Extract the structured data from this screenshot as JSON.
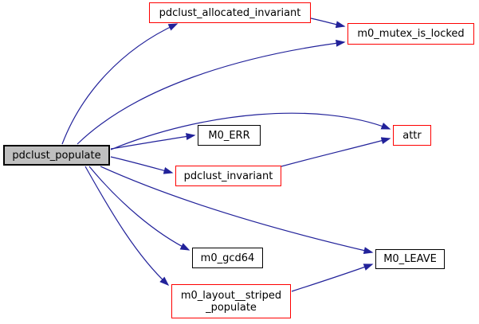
{
  "diagram": {
    "type": "call-graph",
    "background_color": "#ffffff",
    "edge_color": "#22229a",
    "colors": {
      "red_node_border": "#fe0000",
      "plain_node_border": "#000000",
      "current_node_fill": "#bfbfbf",
      "text": "#000000"
    },
    "nodes": {
      "populate": {
        "label": "pdclust_populate",
        "style": "current"
      },
      "allocated": {
        "label": "pdclust_allocated_invariant",
        "style": "red"
      },
      "mutex": {
        "label": "m0_mutex_is_locked",
        "style": "red"
      },
      "err": {
        "label": "M0_ERR",
        "style": "plain"
      },
      "attr": {
        "label": "attr",
        "style": "red"
      },
      "invariant": {
        "label": "pdclust_invariant",
        "style": "red"
      },
      "gcd": {
        "label": "m0_gcd64",
        "style": "plain"
      },
      "leave": {
        "label": "M0_LEAVE",
        "style": "plain"
      },
      "striped": {
        "label": "m0_layout__striped_populate",
        "line1": "m0_layout__striped",
        "line2": "_populate",
        "style": "red"
      }
    },
    "edges": [
      {
        "from": "pdclust_populate",
        "to": "pdclust_allocated_invariant"
      },
      {
        "from": "pdclust_populate",
        "to": "m0_mutex_is_locked"
      },
      {
        "from": "pdclust_populate",
        "to": "attr"
      },
      {
        "from": "pdclust_populate",
        "to": "M0_ERR"
      },
      {
        "from": "pdclust_populate",
        "to": "pdclust_invariant"
      },
      {
        "from": "pdclust_populate",
        "to": "m0_gcd64"
      },
      {
        "from": "pdclust_populate",
        "to": "M0_LEAVE"
      },
      {
        "from": "pdclust_populate",
        "to": "m0_layout__striped_populate"
      },
      {
        "from": "pdclust_allocated_invariant",
        "to": "m0_mutex_is_locked"
      },
      {
        "from": "pdclust_invariant",
        "to": "attr"
      },
      {
        "from": "m0_layout__striped_populate",
        "to": "M0_LEAVE"
      }
    ]
  }
}
